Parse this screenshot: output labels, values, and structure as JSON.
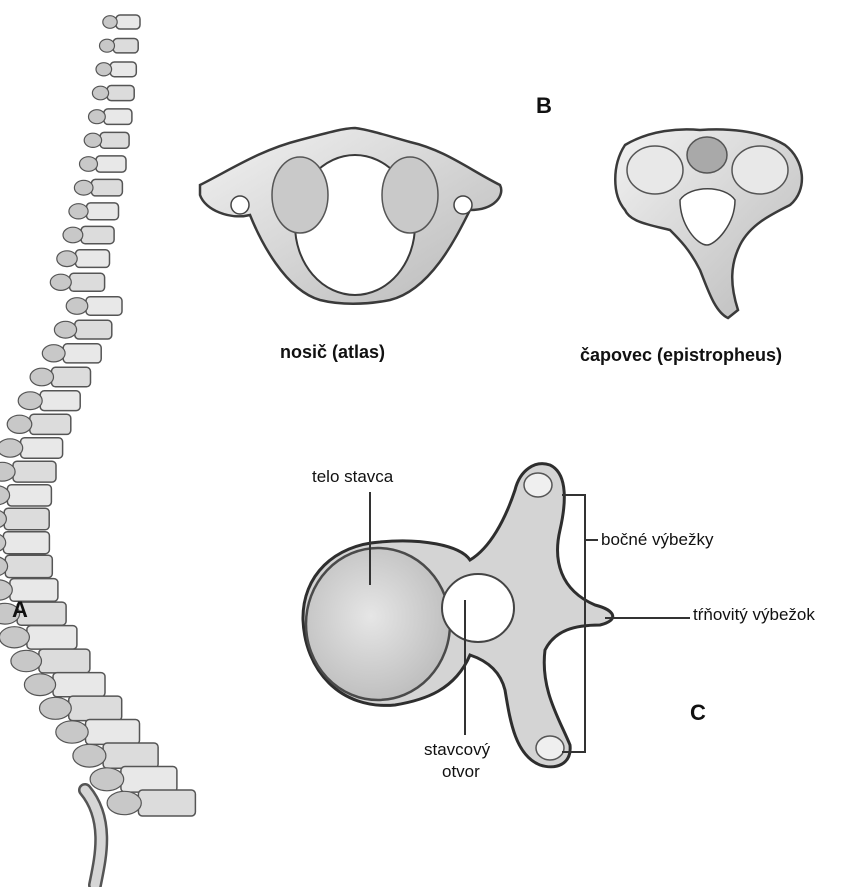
{
  "labels": {
    "letter_a": "A",
    "letter_b": "B",
    "letter_c": "C",
    "atlas": "nosič (atlas)",
    "axis": "čapovec (epistropheus)",
    "body": "telo stavca",
    "transverse": "bočné výbežky",
    "spinous": "tŕňovitý výbežok",
    "foramen_line1": "stavcový",
    "foramen_line2": "otvor"
  },
  "colors": {
    "bone": "#d9d9d9",
    "bone_light": "#ececec",
    "bone_dark": "#8f8f8f",
    "outline": "#3a3a3a",
    "leader": "#333333"
  }
}
